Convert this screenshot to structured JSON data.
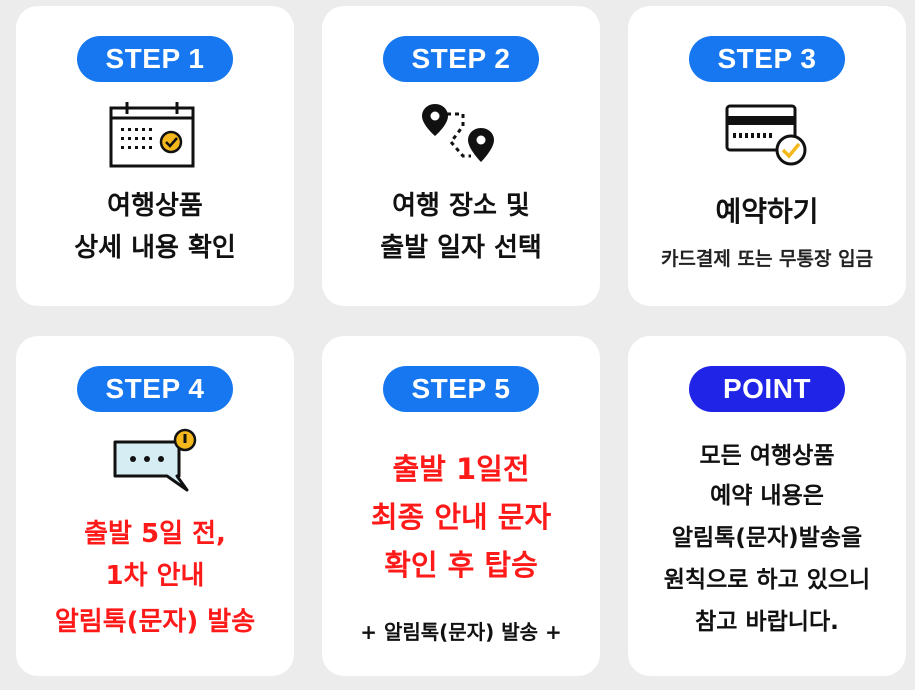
{
  "steps": [
    {
      "badge": "STEP 1",
      "line1": "여행상품",
      "line2": "상세 내용 확인",
      "icon": "calendar-check-icon"
    },
    {
      "badge": "STEP 2",
      "line1": "여행 장소 및",
      "line2": "출발 일자 선택",
      "icon": "route-pins-icon"
    },
    {
      "badge": "STEP 3",
      "line1": "예약하기",
      "sub": "카드결제 또는 무통장 입금",
      "icon": "credit-card-check-icon"
    },
    {
      "badge": "STEP 4",
      "line1": "출발 5일 전,",
      "line2": "1차 안내",
      "line3": "알림톡(문자) 발송",
      "icon": "chat-alert-icon"
    },
    {
      "badge": "STEP 5",
      "line1": "출발 1일전",
      "line2": "최종 안내 문자",
      "line3": "확인 후 탑승",
      "sub": "+ 알림톡(문자) 발송 +"
    }
  ],
  "point": {
    "badge": "POINT",
    "lines": [
      "모든 여행상품",
      "예약 내용은",
      "알림톡(문자)발송을",
      "원칙으로 하고 있으니",
      "참고 바랍니다."
    ]
  },
  "colors": {
    "step_badge": "#1677f0",
    "point_badge": "#1f24e6",
    "highlight_text": "#ff1a1a",
    "icon_accent": "#f5b81c"
  }
}
